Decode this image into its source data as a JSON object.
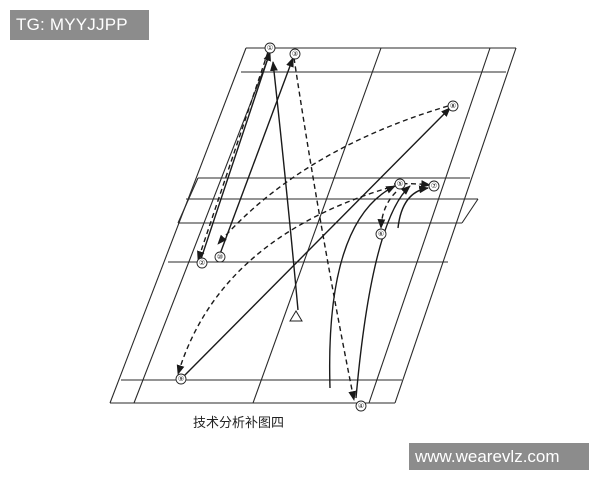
{
  "watermark_top": "TG: MYYJJPP",
  "watermark_bottom": "www.wearevlz.com",
  "caption": "技术分析补图四",
  "markers": {
    "m1": "①",
    "m2": "②",
    "m3": "③",
    "m4": "④",
    "m5": "⑤",
    "m6": "⑥",
    "m7": "⑦",
    "m8": "⑧",
    "m9": "⑨",
    "m10": "⑩"
  }
}
